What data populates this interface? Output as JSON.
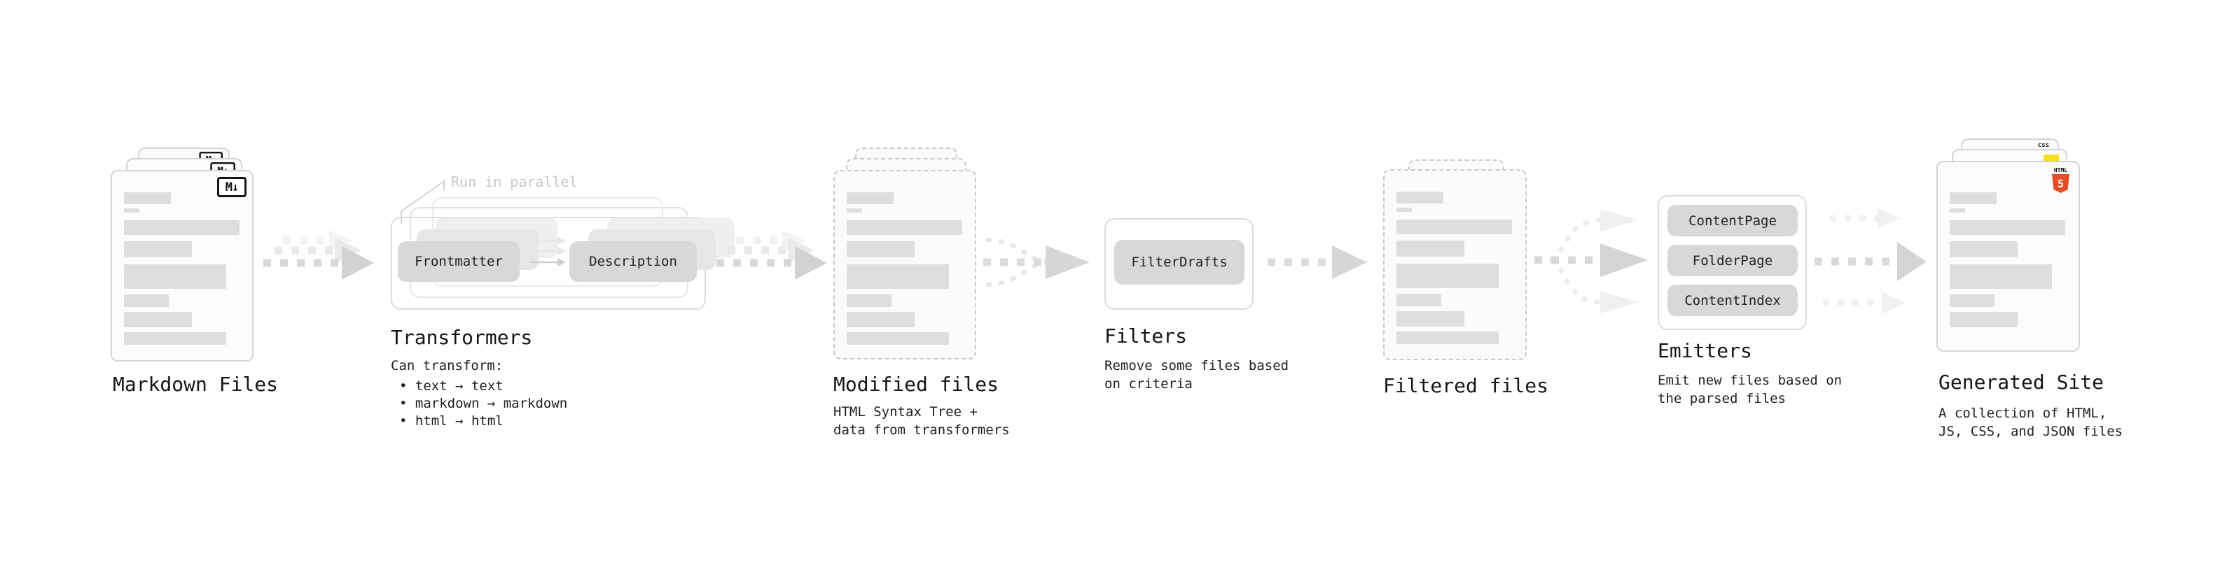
{
  "colors": {
    "accent-html5": "#e44d26",
    "accent-js": "#f7df1e",
    "accent-css": "#2962f1"
  },
  "pipeline": {
    "markdown_files": {
      "label": "Markdown Files",
      "badge": "M↓"
    },
    "transformers": {
      "label": "Transformers",
      "callout": "Run in parallel",
      "step_from": "Frontmatter",
      "step_to": "Description",
      "note_title": "Can transform:",
      "bullets": [
        "• text → text",
        "• markdown → markdown",
        "• html → html"
      ]
    },
    "modified_files": {
      "label": "Modified files",
      "desc_lines": [
        "HTML Syntax Tree +",
        "data from transformers"
      ]
    },
    "filters": {
      "label": "Filters",
      "item": "FilterDrafts",
      "desc_lines": [
        "Remove some files based",
        "on criteria"
      ]
    },
    "filtered_files": {
      "label": "Filtered files"
    },
    "emitters": {
      "label": "Emitters",
      "items": [
        "ContentPage",
        "FolderPage",
        "ContentIndex"
      ],
      "desc_lines": [
        "Emit new files based on",
        "the parsed files"
      ]
    },
    "generated_site": {
      "label": "Generated Site",
      "badge_css": "css",
      "badge_html_word": "HTML",
      "badge_html_number": "5",
      "desc_lines": [
        "A collection of HTML,",
        "JS, CSS, and JSON files"
      ]
    }
  }
}
